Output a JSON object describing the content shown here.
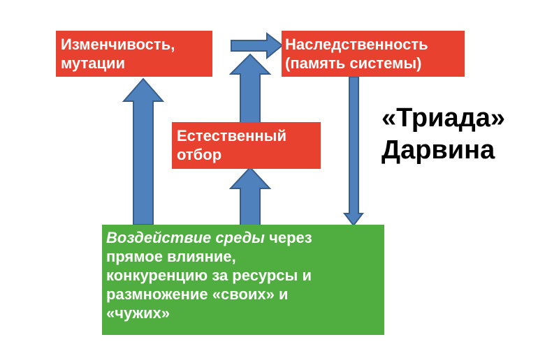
{
  "boxes": {
    "mutation": {
      "lines": [
        "Изменчивость,",
        "мутации"
      ]
    },
    "heredity": {
      "lines": [
        "Наследственность",
        "(память системы)"
      ]
    },
    "selection": {
      "lines": [
        "Естественный",
        "отбор"
      ]
    },
    "environment": {
      "emphasis": "Воздействие среды",
      "line1_rest": " через",
      "lines": [
        "прямое влияние,",
        "конкуренцию за ресурсы и",
        "размножение «своих» и",
        "«чужих»"
      ]
    }
  },
  "title": {
    "lines": [
      "«Триада»",
      "Дарвина"
    ]
  },
  "colors": {
    "box_red": "#e8412f",
    "box_green": "#4fae3f",
    "arrow_fill": "#4f81bd",
    "arrow_stroke": "#385d8a",
    "text_light": "#ffffff",
    "text_dark": "#000000"
  }
}
